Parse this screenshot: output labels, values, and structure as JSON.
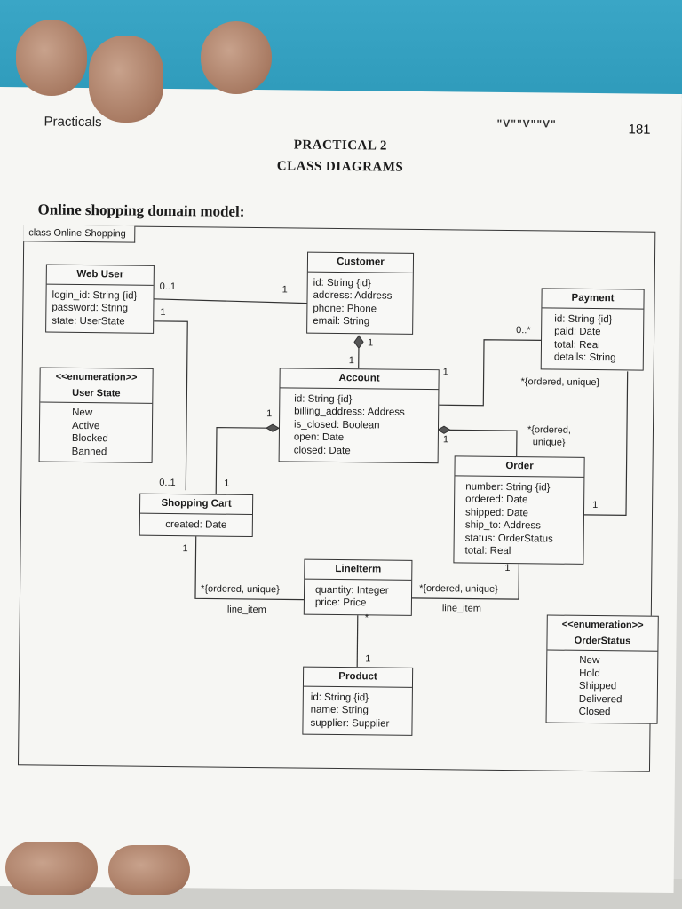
{
  "header": {
    "running_head": "Practicals",
    "logo_text": "\"V\"\"V\"\"V\"",
    "page_number": "181"
  },
  "title": {
    "line1": "PRACTICAL 2",
    "line2": "CLASS DIAGRAMS"
  },
  "section_heading": "Online shopping domain model:",
  "frame_label": "class Online Shopping",
  "classes": {
    "web_user": {
      "name": "Web User",
      "attributes": [
        "login_id: String {id}",
        "password: String",
        "state: UserState"
      ]
    },
    "customer": {
      "name": "Customer",
      "attributes": [
        "id: String {id}",
        "address: Address",
        "phone: Phone",
        "email: String"
      ]
    },
    "payment": {
      "name": "Payment",
      "attributes": [
        "id: String {id}",
        "paid: Date",
        "total: Real",
        "details: String"
      ]
    },
    "account": {
      "name": "Account",
      "attributes": [
        "id: String {id}",
        "billing_address: Address",
        "is_closed: Boolean",
        "open: Date",
        "closed: Date"
      ]
    },
    "order": {
      "name": "Order",
      "attributes": [
        "number: String {id}",
        "ordered: Date",
        "shipped: Date",
        "ship_to: Address",
        "status: OrderStatus",
        "total: Real"
      ]
    },
    "shopping_cart": {
      "name": "Shopping Cart",
      "attributes": [
        "created: Date"
      ]
    },
    "line_item": {
      "name": "LineIterm",
      "attributes": [
        "quantity: Integer",
        "price: Price"
      ]
    },
    "product": {
      "name": "Product",
      "attributes": [
        "id: String {id}",
        "name: String",
        "supplier: Supplier"
      ]
    }
  },
  "enumerations": {
    "user_state": {
      "stereotype": "<<enumeration>>",
      "name": "User State",
      "literals": [
        "New",
        "Active",
        "Blocked",
        "Banned"
      ]
    },
    "order_status": {
      "stereotype": "<<enumeration>>",
      "name": "OrderStatus",
      "literals": [
        "New",
        "Hold",
        "Shipped",
        "Delivered",
        "Closed"
      ]
    }
  },
  "labels": {
    "webuser_customer_webuser": "0..1",
    "webuser_customer_customer": "1",
    "webuser_cart_webuser": "1",
    "webuser_cart_cart": "0..1",
    "customer_account_customer": "1",
    "customer_account_account": "1",
    "account_payment_account": "1",
    "account_payment_payment": "0..*",
    "account_cart_account": "1",
    "account_cart_cart": "1",
    "account_order_account": "1",
    "account_order_order": "*{ordered,",
    "account_order_order2": "unique}",
    "payment_order_payment": "*{ordered, unique}",
    "payment_order_order": "1",
    "cart_lineitem_cart": "1",
    "cart_lineitem_item": "*{ordered, unique}",
    "cart_lineitem_role": "line_item",
    "order_lineitem_order": "1",
    "order_lineitem_item": "*{ordered, unique}",
    "order_lineitem_role": "line_item",
    "lineitem_product_item": "*",
    "lineitem_product_product": "1"
  }
}
